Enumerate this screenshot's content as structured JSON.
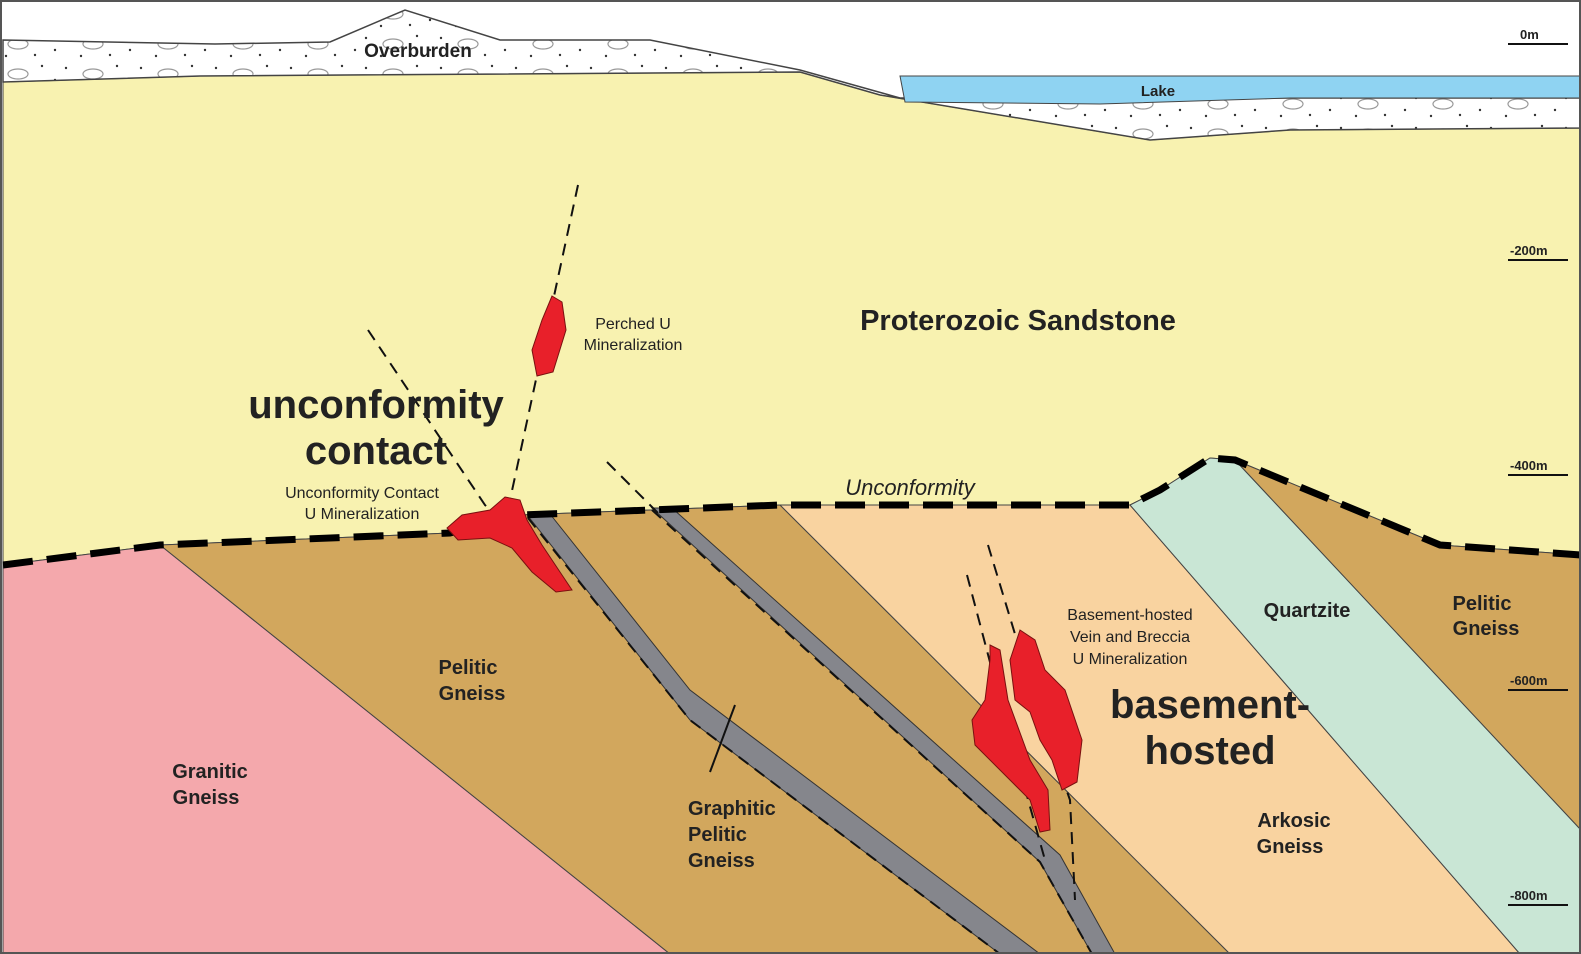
{
  "colors": {
    "sandstone": "#f8f2b0",
    "overburden": "#ffffff",
    "lake": "#8fd3f2",
    "granitic": "#f4a8ac",
    "pelitic": "#d2a75d",
    "arkosic": "#f9d3a0",
    "quartzite": "#c9e6d5",
    "graphitic": "#85868c",
    "mineralization": "#e8202a"
  },
  "labels": {
    "overburden": "Overburden",
    "lake": "Lake",
    "sandstone": "Proterozoic Sandstone",
    "unconformity": "Unconformity",
    "perched_1": "Perched U",
    "perched_2": "Mineralization",
    "uc_contact_big_1": "unconformity",
    "uc_contact_big_2": "contact",
    "uc_contact_1": "Unconformity Contact",
    "uc_contact_2": "U Mineralization",
    "basement_1": "Basement-hosted",
    "basement_2": "Vein and Breccia",
    "basement_3": "U Mineralization",
    "basement_big_1": "basement-",
    "basement_big_2": "hosted",
    "quartzite": "Quartzite",
    "pelitic_right_1": "Pelitic",
    "pelitic_right_2": "Gneiss",
    "pelitic_1": "Pelitic",
    "pelitic_2": "Gneiss",
    "granitic_1": "Granitic",
    "granitic_2": "Gneiss",
    "graphitic_1": "Graphitic",
    "graphitic_2": "Pelitic",
    "graphitic_3": "Gneiss",
    "arkosic_1": "Arkosic",
    "arkosic_2": "Gneiss"
  },
  "depth_scale": [
    "0m",
    "-200m",
    "-400m",
    "-600m",
    "-800m"
  ]
}
